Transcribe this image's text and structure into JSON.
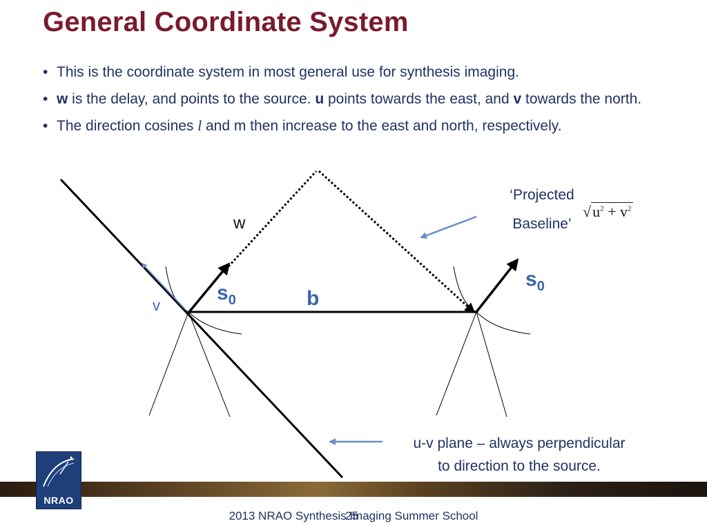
{
  "title": "General Coordinate System",
  "bullets": {
    "b1": "This is the coordinate system in most general use for synthesis imaging.",
    "b2_w": "w",
    "b2_a": " is the delay, and points to the source.  ",
    "b2_u": "u",
    "b2_b": " points towards the east, and ",
    "b2_v": "v",
    "b2_c": " towards the north.",
    "b3_a": "The direction cosines ",
    "b3_l": "l",
    "b3_b": " and m then increase to the east and north, respectively."
  },
  "diagram": {
    "w_label": "w",
    "v_label": "v",
    "s_label": "s",
    "s_sub": "0",
    "b_label": "b",
    "projected_line1": "‘Projected",
    "projected_line2": "Baseline’",
    "formula_sqrt": "√",
    "formula_u": "u",
    "formula_exp": "2",
    "formula_plus": " + ",
    "formula_v": "v",
    "uv_line1": "u-v plane – always perpendicular",
    "uv_line2": "to direction to the source."
  },
  "footer": {
    "text": "2013 NRAO Synthesis Imaging Summer School",
    "page": "25",
    "logo_text": "NRAO"
  },
  "colors": {
    "title": "#7a1a2e",
    "body_text": "#1f3264",
    "accent_blue": "#3a66b0",
    "arrow_blue": "#6a8fc8"
  }
}
